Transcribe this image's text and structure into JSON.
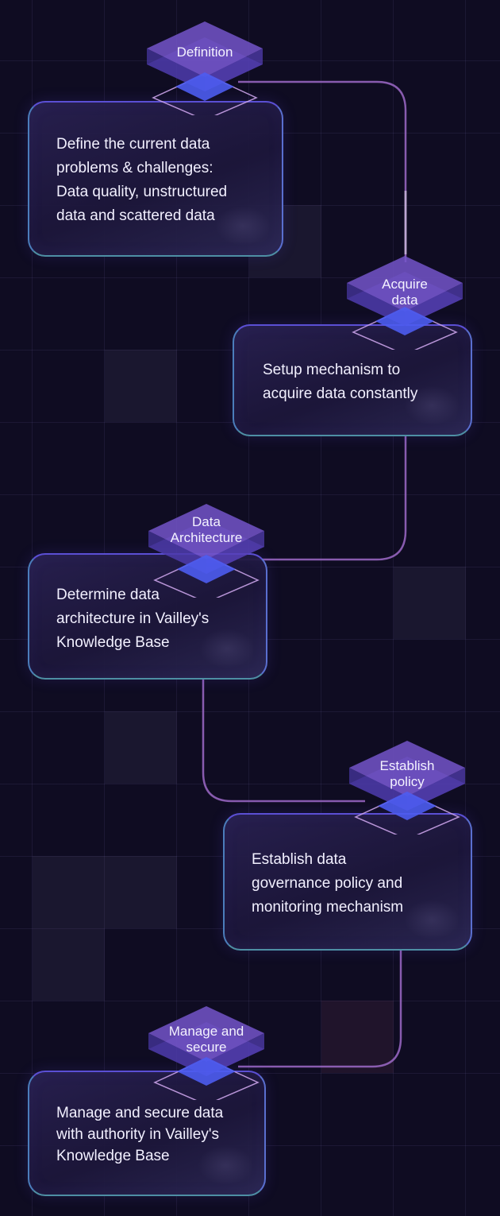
{
  "steps": [
    {
      "badge": "Definition",
      "text": "Define the current data\nproblems & challenges:\nData quality, unstructured\ndata and scattered data"
    },
    {
      "badge": "Acquire\ndata",
      "text": "Setup mechanism to\nacquire data constantly"
    },
    {
      "badge": "Data\nArchitecture",
      "text": "Determine data\narchitecture in Vailley's\nKnowledge Base"
    },
    {
      "badge": "Establish\npolicy",
      "text": "Establish data\ngovernance policy and\nmonitoring mechanism"
    },
    {
      "badge": "Manage and\nsecure",
      "text": "Manage and secure data\nwith authority in Vailley's\nKnowledge Base"
    }
  ],
  "colors": {
    "background": "#0f0c22",
    "card_border": "#5b4fd4",
    "connector": "#9d6ac8",
    "badge_fill": "#6a4fc2"
  }
}
